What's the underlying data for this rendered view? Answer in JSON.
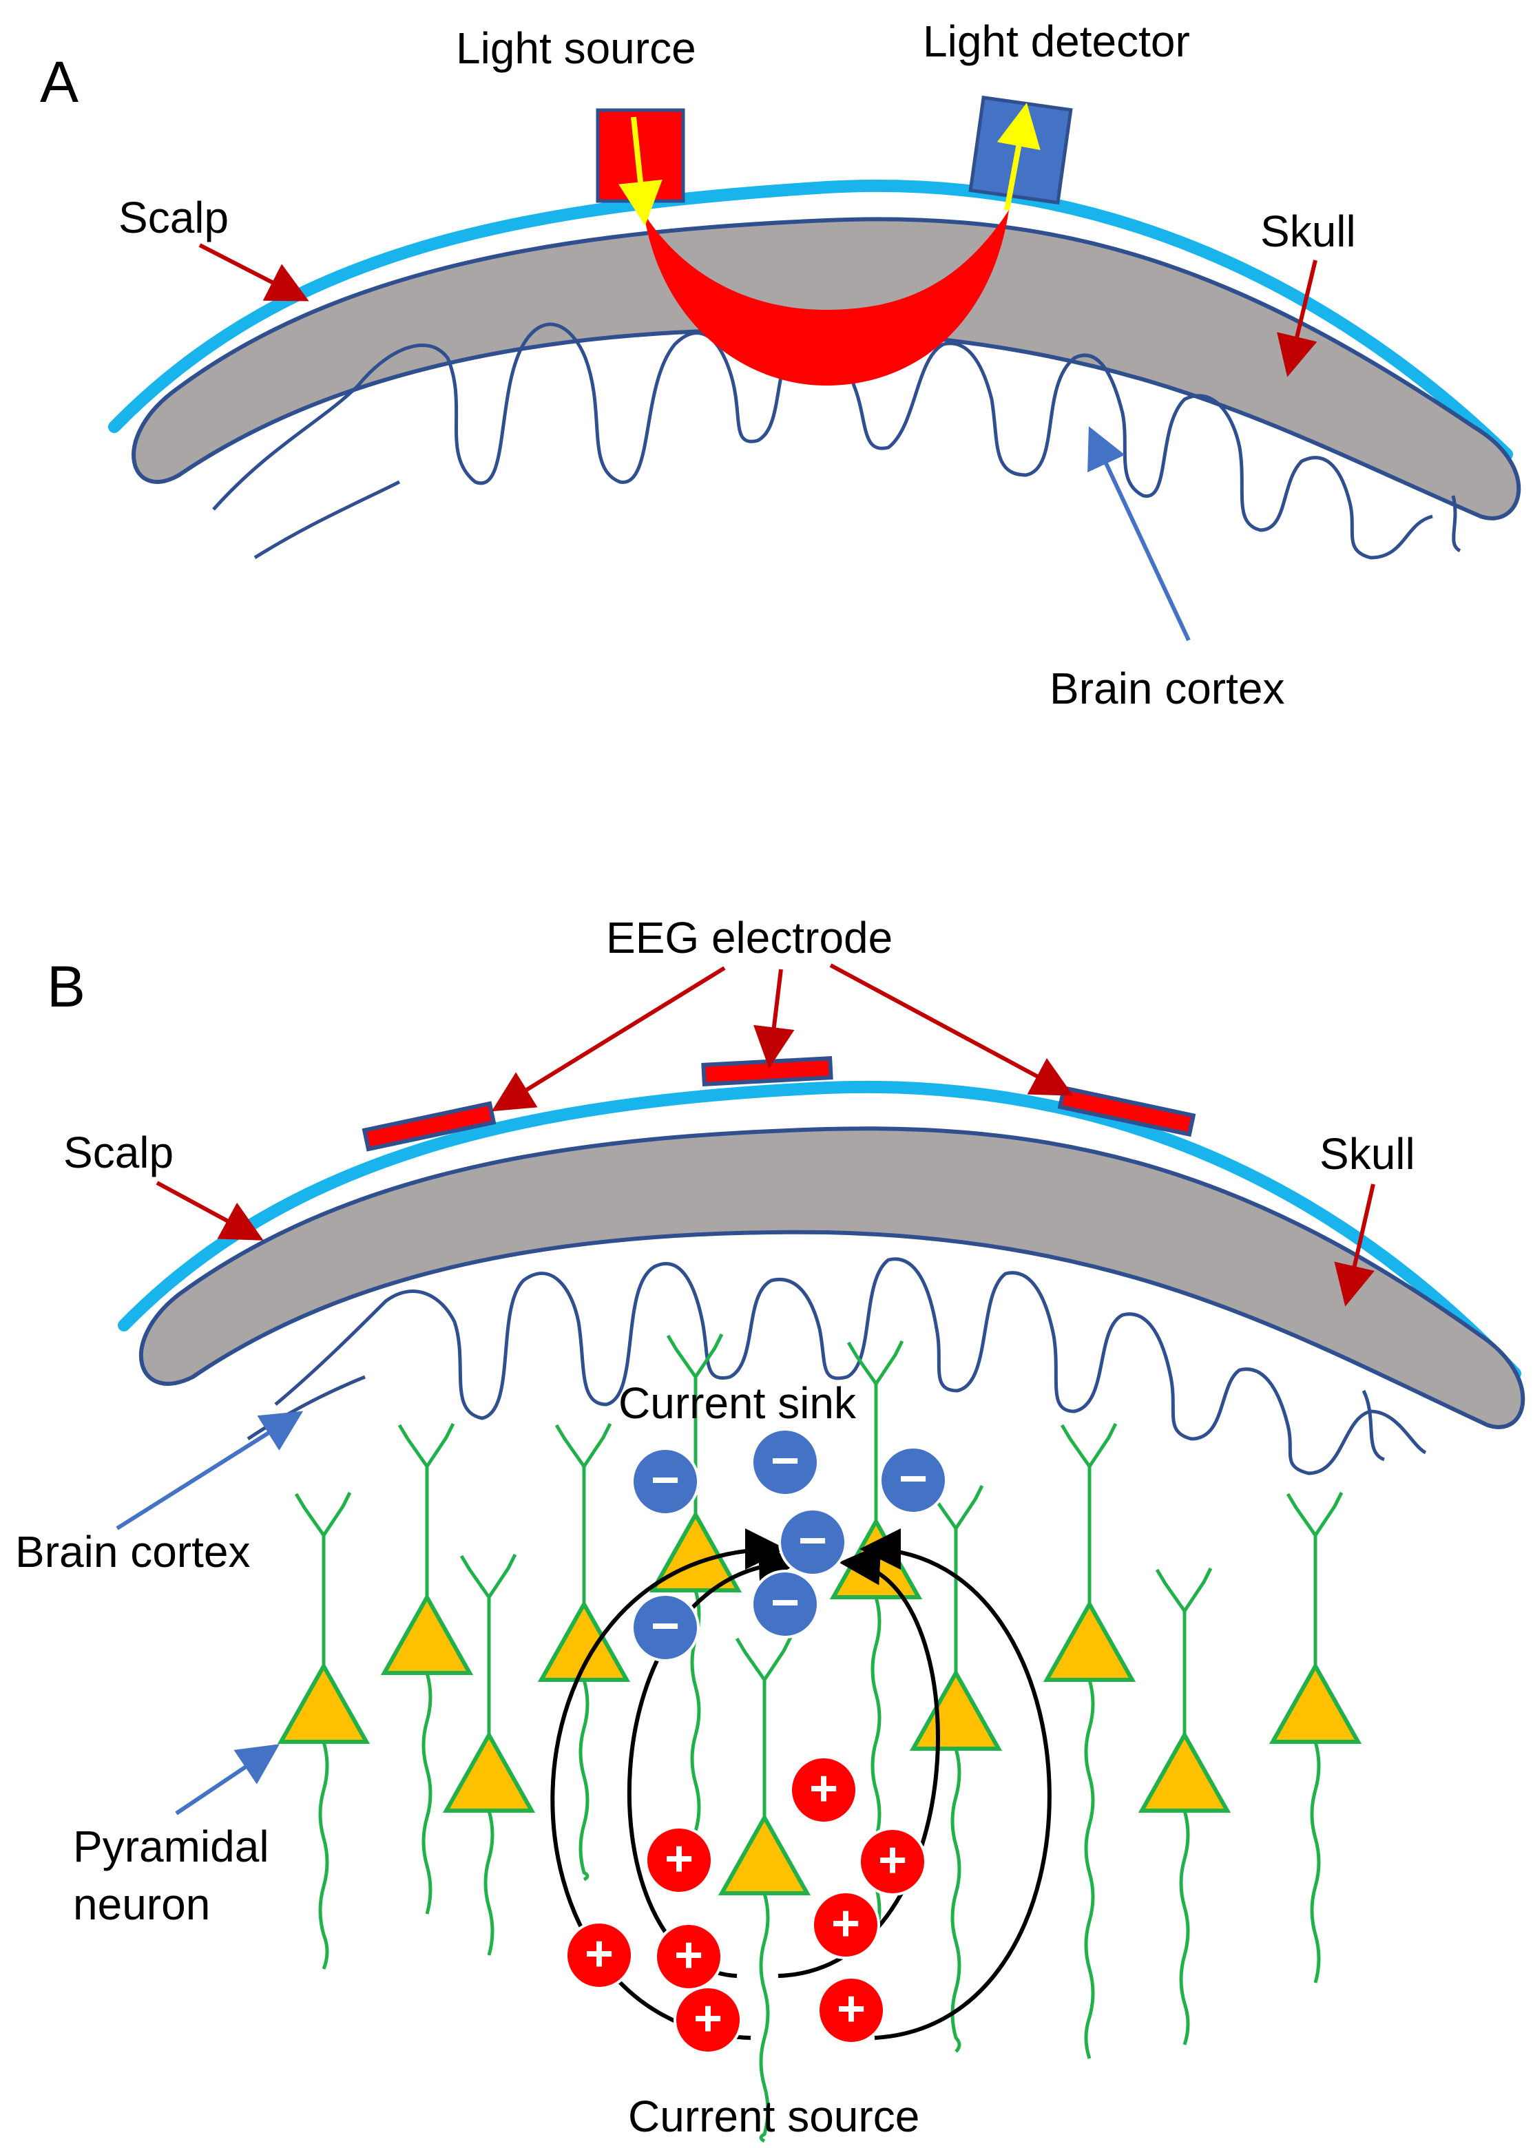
{
  "panel_a": {
    "letter": "A",
    "labels": {
      "light_source": "Light source",
      "light_detector": "Light detector",
      "scalp": "Scalp",
      "skull": "Skull",
      "brain_cortex": "Brain cortex"
    }
  },
  "panel_b": {
    "letter": "B",
    "labels": {
      "eeg_electrode": "EEG electrode",
      "scalp": "Scalp",
      "skull": "Skull",
      "current_sink": "Current sink",
      "brain_cortex": "Brain cortex",
      "pyramidal_neuron_line1": "Pyramidal",
      "pyramidal_neuron_line2": "neuron",
      "current_source": "Current source"
    },
    "charge_symbols": {
      "negative": "−",
      "positive": "+"
    }
  },
  "colors": {
    "scalp": "#19b4ec",
    "skull_fill": "#aaa6a6",
    "outline": "#2f4f8f",
    "light_source": "#ff0000",
    "light_detector": "#4472c4",
    "light_path": "#ff0000",
    "photon_arrow": "#ffff00",
    "pointer_red": "#c00000",
    "pointer_blue": "#4472c4",
    "electrode": "#ff0000",
    "neuron_body": "#ffc000",
    "neuron_line": "#22b04a",
    "negative_charge": "#4472c4",
    "positive_charge": "#ff0000",
    "current_arrow": "#000000"
  }
}
